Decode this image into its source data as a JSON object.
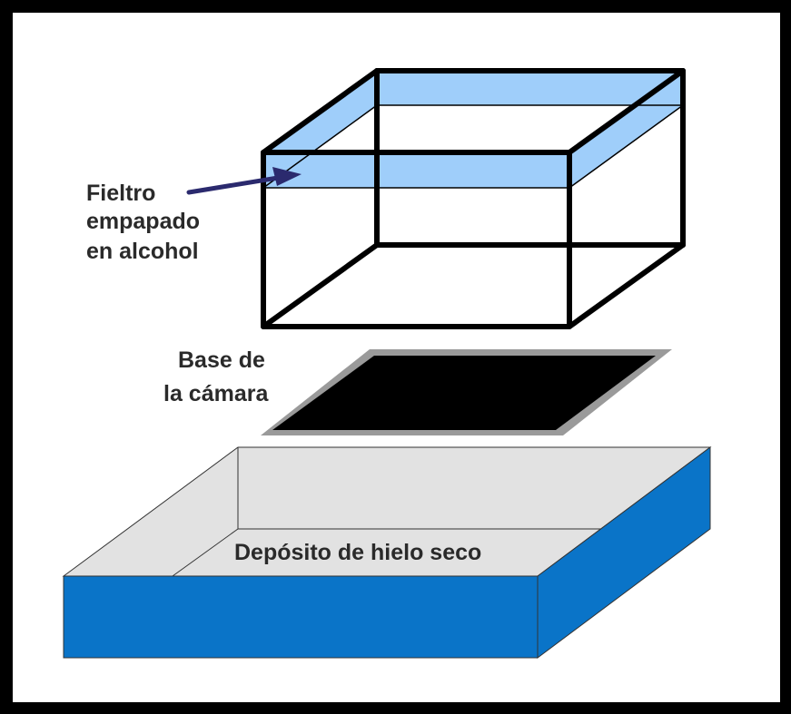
{
  "labels": {
    "felt": [
      "Fieltro",
      "empapado",
      "en alcohol"
    ],
    "base": [
      "Base de",
      "la cámara"
    ],
    "tray": "Depósito de hielo seco"
  },
  "colors": {
    "background": "#ffffff",
    "frame_border": "#000000",
    "felt_band": "#9fcefa",
    "arrow": "#2b2a6e",
    "base_plate": "#000000",
    "base_rim": "#9a9a9a",
    "tray_outer": "#0a74c8",
    "tray_inner": "#e2e2e2",
    "text": "#2a2a2a"
  }
}
